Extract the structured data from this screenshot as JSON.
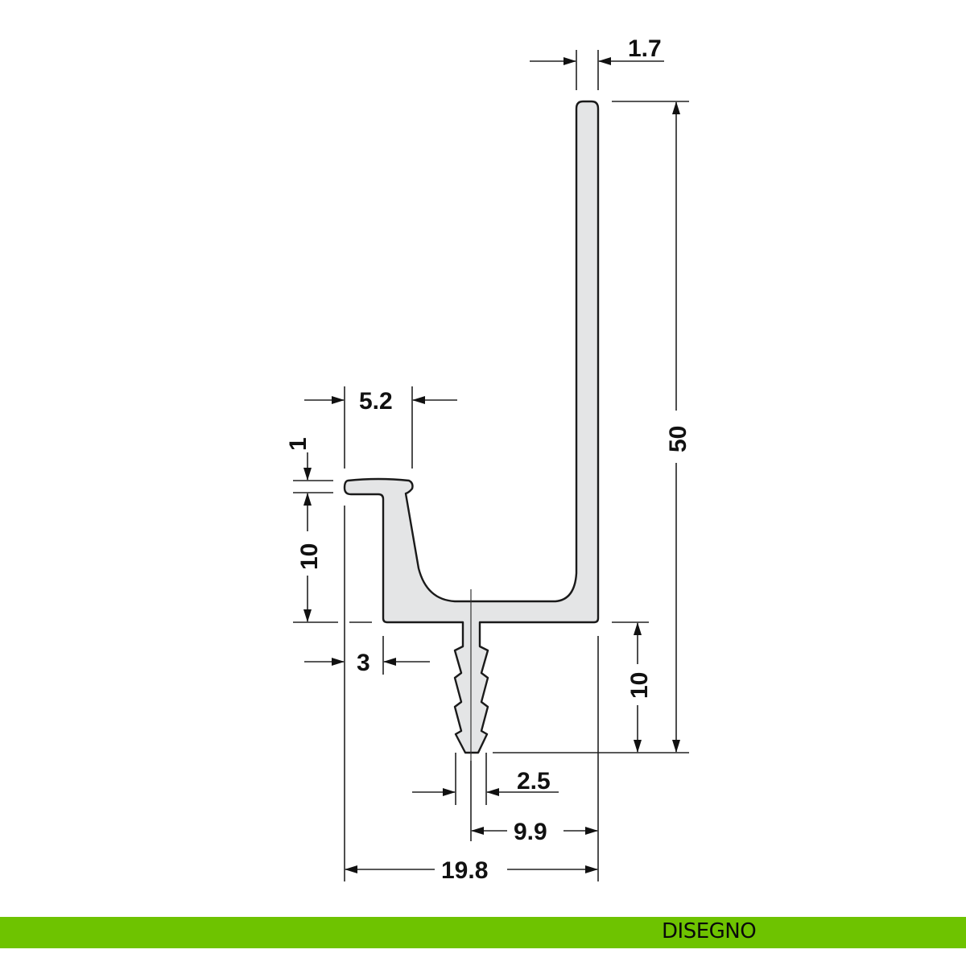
{
  "drawing": {
    "dimensions": {
      "wall_thickness": "1.7",
      "total_height": "50",
      "lip_width": "5.2",
      "lip_thickness": "1",
      "lip_height": "10",
      "stem_height": "10",
      "inner_wall_offset": "3",
      "stem_width": "2.5",
      "stem_to_edge": "9.9",
      "total_width": "19.8"
    },
    "colors": {
      "profile_fill": "#e4e5e6",
      "line": "#222222"
    }
  },
  "footer": {
    "label": "DISEGNO",
    "color": "#6ec300"
  }
}
